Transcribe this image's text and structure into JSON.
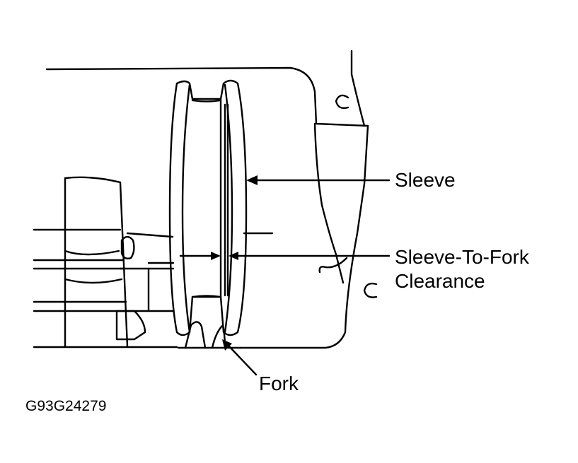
{
  "labels": {
    "sleeve": "Sleeve",
    "clearance_line1": "Sleeve-To-Fork",
    "clearance_line2": "Clearance",
    "fork": "Fork"
  },
  "figure_code": "G93G24279",
  "colors": {
    "ink": "#000000",
    "paper": "#ffffff"
  }
}
